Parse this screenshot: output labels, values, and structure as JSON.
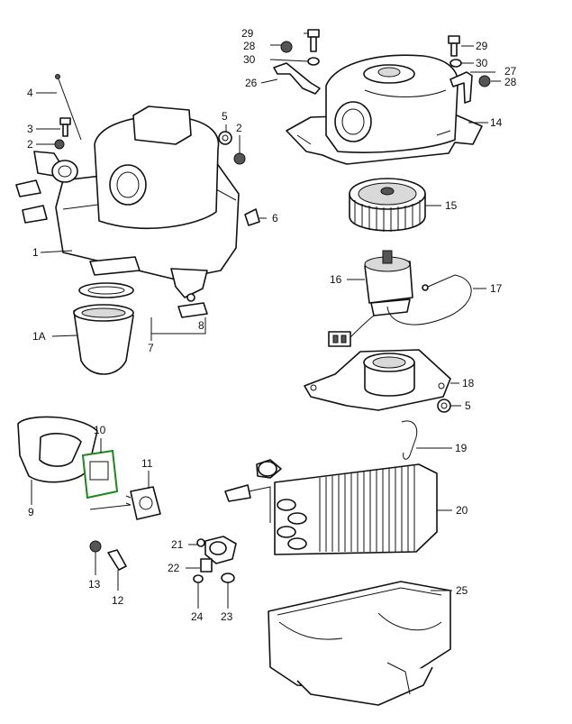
{
  "diagram": {
    "callouts": [
      {
        "id": "c29a",
        "text": "29"
      },
      {
        "id": "c28a",
        "text": "28"
      },
      {
        "id": "c30a",
        "text": "30"
      },
      {
        "id": "c26",
        "text": "26"
      },
      {
        "id": "c29b",
        "text": "29"
      },
      {
        "id": "c30b",
        "text": "30"
      },
      {
        "id": "c27",
        "text": "27"
      },
      {
        "id": "c28b",
        "text": "28"
      },
      {
        "id": "c14",
        "text": "14"
      },
      {
        "id": "c4",
        "text": "4"
      },
      {
        "id": "c3",
        "text": "3"
      },
      {
        "id": "c2a",
        "text": "2"
      },
      {
        "id": "c5a",
        "text": "5"
      },
      {
        "id": "c2b",
        "text": "2"
      },
      {
        "id": "c6",
        "text": "6"
      },
      {
        "id": "c15",
        "text": "15"
      },
      {
        "id": "c1",
        "text": "1"
      },
      {
        "id": "c16",
        "text": "16"
      },
      {
        "id": "c17",
        "text": "17"
      },
      {
        "id": "c1A",
        "text": "1A"
      },
      {
        "id": "c8",
        "text": "8"
      },
      {
        "id": "c7",
        "text": "7"
      },
      {
        "id": "c18",
        "text": "18"
      },
      {
        "id": "c5b",
        "text": "5"
      },
      {
        "id": "c10",
        "text": "10"
      },
      {
        "id": "c19",
        "text": "19"
      },
      {
        "id": "c11",
        "text": "11"
      },
      {
        "id": "c9",
        "text": "9"
      },
      {
        "id": "c20",
        "text": "20"
      },
      {
        "id": "c21",
        "text": "21"
      },
      {
        "id": "c22",
        "text": "22"
      },
      {
        "id": "c13",
        "text": "13"
      },
      {
        "id": "c12",
        "text": "12"
      },
      {
        "id": "c25",
        "text": "25"
      },
      {
        "id": "c24",
        "text": "24"
      },
      {
        "id": "c23",
        "text": "23"
      }
    ]
  }
}
